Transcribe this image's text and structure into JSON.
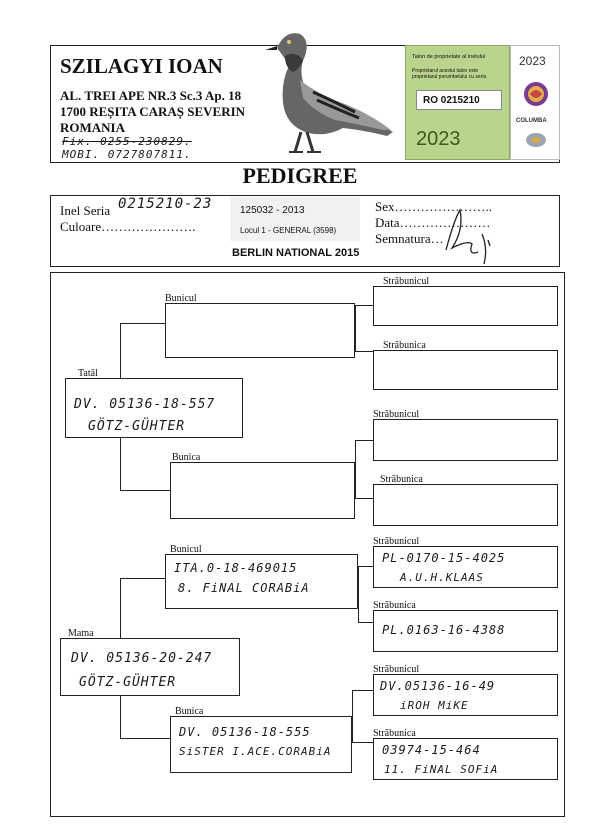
{
  "header": {
    "breeder_name": "SZILAGYI IOAN",
    "address_1": "AL. TREI APE NR.3 Sc.3 Ap. 18",
    "address_2": "1700 REȘITA CARAȘ SEVERIN",
    "country": "ROMANIA",
    "phone_fix": "Fix. 0255-230829.",
    "phone_mobi": "MOBI. 0727807811."
  },
  "talon": {
    "title": "Talon de proprietate al inelului",
    "text": "Proprietarul acestui talon este proprietarul porumbelului cu seria",
    "ring": "RO 0215210",
    "year": "2023",
    "brand_year": "2023",
    "brand": "COLUMBA"
  },
  "title": "PEDIGREE",
  "info": {
    "ring_label": "Inel Seria",
    "ring_value": "0215210-23",
    "color_label": "Culoare………………….",
    "result_code": "125032 - 2013",
    "result_place": "Locul 1 - GENERAL (3598)",
    "result_race": "BERLIN NATIONAL 2015",
    "sex_label": "Sex…………………..",
    "date_label": "Data…………………",
    "signature_label": "Semnatura…"
  },
  "tree": {
    "father": {
      "label": "Tatăl",
      "line1": "DV. 05136-18-557",
      "line2": "GÖTZ-GÜHTER"
    },
    "mother": {
      "label": "Mama",
      "line1": "DV. 05136-20-247",
      "line2": "GÖTZ-GÜHTER"
    },
    "ff": {
      "label": "Bunicul",
      "line1": "",
      "line2": ""
    },
    "fm": {
      "label": "Bunica",
      "line1": "",
      "line2": ""
    },
    "mf": {
      "label": "Bunicul",
      "line1": "ITA.0-18-469015",
      "line2": "8. FiNAL CORABiA"
    },
    "mm": {
      "label": "Bunica",
      "line1": "DV. 05136-18-555",
      "line2": "SiSTER I.ACE.CORABiA"
    },
    "fff": {
      "label": "Străbunicul",
      "line1": "",
      "line2": ""
    },
    "ffm": {
      "label": "Străbunica",
      "line1": "",
      "line2": ""
    },
    "fmf": {
      "label": "Străbunicul",
      "line1": "",
      "line2": ""
    },
    "fmm": {
      "label": "Străbunica",
      "line1": "",
      "line2": ""
    },
    "mff": {
      "label": "Străbunicul",
      "line1": "PL-0170-15-4025",
      "line2": "A.U.H.KLAAS"
    },
    "mfm": {
      "label": "Străbunica",
      "line1": "PL.0163-16-4388",
      "line2": ""
    },
    "mmf": {
      "label": "Străbunicul",
      "line1": "DV.05136-16-49",
      "line2": "iROH MiKE"
    },
    "mmm": {
      "label": "Străbunica",
      "line1": "03974-15-464",
      "line2": "11. FiNAL SOFiA"
    }
  }
}
